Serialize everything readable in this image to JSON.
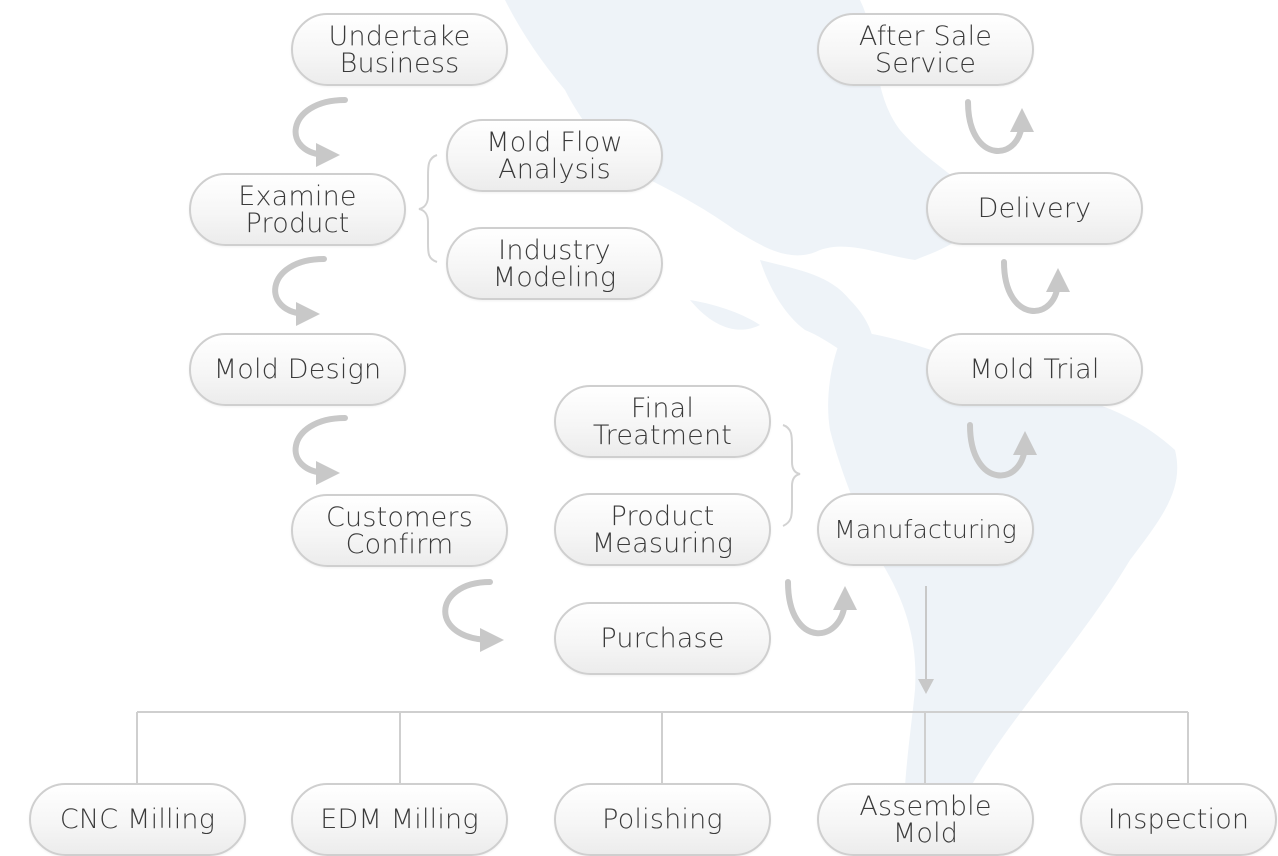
{
  "steps": {
    "undertake_business": "Undertake\nBusiness",
    "examine_product": "Examine\nProduct",
    "mold_flow_analysis": "Mold Flow\nAnalysis",
    "industry_modeling": "Industry\nModeling",
    "mold_design": "Mold Design",
    "customers_confirm": "Customers\nConfirm",
    "purchase": "Purchase",
    "final_treatment": "Final\nTreatment",
    "product_measuring": "Product\nMeasuring",
    "manufacturing": "Manufacturing",
    "mold_trial": "Mold Trial",
    "delivery": "Delivery",
    "after_sale_service": "After Sale\nService"
  },
  "sub_steps": {
    "cnc_milling": "CNC Milling",
    "edm_milling": "EDM Milling",
    "polishing": "Polishing",
    "assemble_mold": "Assemble\nMold",
    "inspection": "Inspection"
  },
  "colors": {
    "arrow": "#c8c8c8",
    "node_border": "#cfcfcf",
    "text": "#3a3a3a",
    "map_background": "#eef3f8"
  },
  "icons": {
    "curved_arrow": "curved-arrow-icon",
    "brace": "brace-icon",
    "world_map": "americas-map-watermark"
  }
}
